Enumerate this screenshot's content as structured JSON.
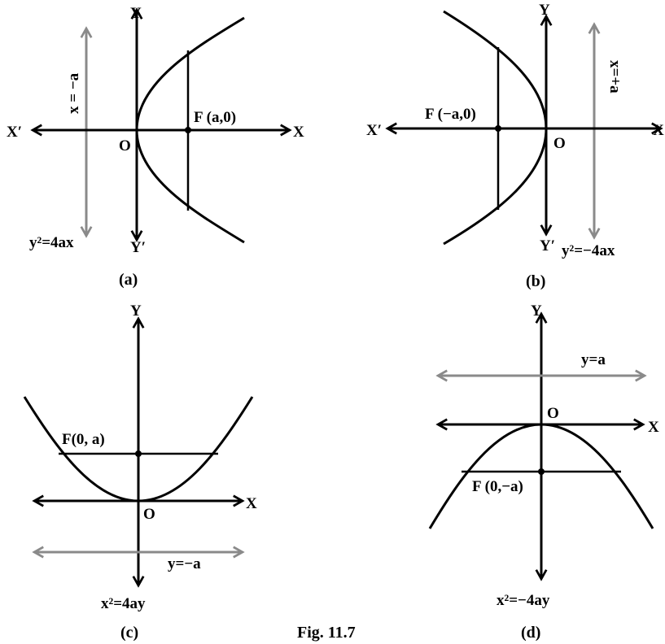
{
  "figure_title": "Fig. 11.7",
  "panels": {
    "a": {
      "caption": "(a)",
      "axis_x_pos": "X",
      "axis_x_neg": "X′",
      "axis_y_pos": "Y",
      "axis_y_neg": "Y′",
      "origin": "O",
      "focus_label": "F (a,0)",
      "directrix_label": "x = −a",
      "equation": "y²=4ax"
    },
    "b": {
      "caption": "(b)",
      "axis_x_pos": "X",
      "axis_x_neg": "X′",
      "axis_y_pos": "Y",
      "axis_y_neg": "Y′",
      "origin": "O",
      "focus_label": "F (−a,0)",
      "directrix_label": "x=+a",
      "equation": "y²=−4ax"
    },
    "c": {
      "caption": "(c)",
      "axis_x_pos": "X",
      "axis_y_pos": "Y",
      "origin": "O",
      "focus_label": "F(0, a)",
      "directrix_label": "y=−a",
      "equation": "x²=4ay"
    },
    "d": {
      "caption": "(d)",
      "axis_x_pos": "X",
      "axis_y_pos": "Y",
      "origin": "O",
      "focus_label": "F (0,−a)",
      "directrix_label": "y=a",
      "equation": "x²=−4ay"
    }
  },
  "colors": {
    "axis": "#000000",
    "curve": "#000000",
    "directrix": "#8a8a8a",
    "background": "#ffffff"
  }
}
